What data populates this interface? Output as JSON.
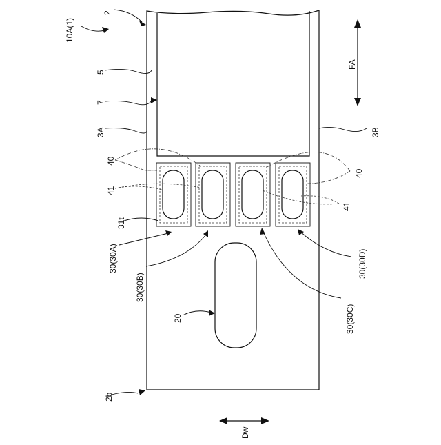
{
  "labels": {
    "device": "10A(1)",
    "strip": "2",
    "layer5": "5",
    "edge7": "7",
    "side3a": "3A",
    "side3b": "3B",
    "ref40_left": "40",
    "ref41_left": "41",
    "ref31t": "31t",
    "cell30a": "30(30A)",
    "cell30b": "30(30B)",
    "cell30c": "30(30C)",
    "cell30d": "30(30D)",
    "ref40_right": "40",
    "ref41_right": "41",
    "ref20": "20",
    "end2b": "2b",
    "arrow_fa": "FA",
    "arrow_dw": "Dw"
  },
  "colors": {
    "line": "#111111",
    "background": "#ffffff"
  }
}
